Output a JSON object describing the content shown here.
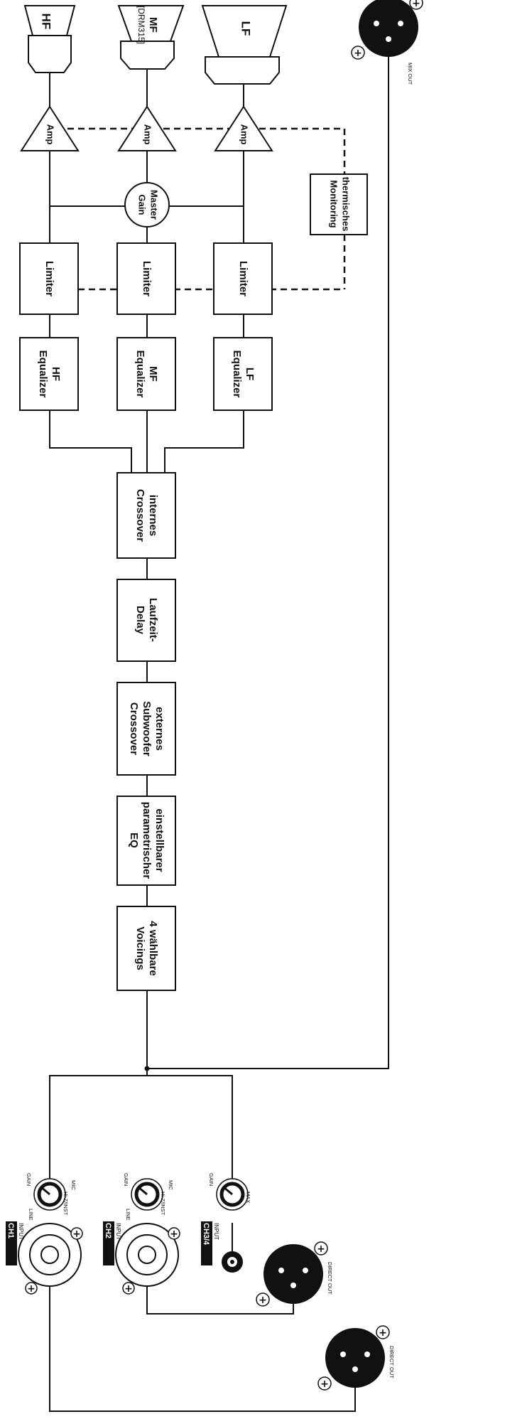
{
  "speakers": {
    "hf": "HF",
    "mf_line1": "MF",
    "mf_line2": "[DRM315]",
    "lf": "LF"
  },
  "amps": {
    "hf": "Amp",
    "mf": "Amp",
    "lf": "Amp"
  },
  "master_gain": {
    "line1": "Master",
    "line2": "Gain"
  },
  "thermal": {
    "line1": "thermisches",
    "line2": "Monitoring"
  },
  "limiters": {
    "hf": "Limiter",
    "mf": "Limiter",
    "lf": "Limiter"
  },
  "equalizers": {
    "hf": {
      "line1": "HF",
      "line2": "Equalizer"
    },
    "mf": {
      "line1": "MF",
      "line2": "Equalizer"
    },
    "lf": {
      "line1": "LF",
      "line2": "Equalizer"
    }
  },
  "crossover": {
    "line1": "internes",
    "line2": "Crossover"
  },
  "delay": {
    "line1": "Laufzeit-",
    "line2": "Delay"
  },
  "sub_crossover": {
    "line1": "externes",
    "line2": "Subwoofer",
    "line3": "Crossover"
  },
  "param_eq": {
    "line1": "einstellbarer",
    "line2": "parametrischer",
    "line3": "EQ"
  },
  "voicings": {
    "line1": "4 wählbare",
    "line2": "Voicings"
  },
  "mix_out": {
    "label": "MIX OUT"
  },
  "channels": {
    "ch1": {
      "name": "CH1",
      "sub": "INPUT"
    },
    "ch2": {
      "name": "CH2",
      "sub": "INPUT"
    },
    "ch34": {
      "name": "CH3/4",
      "sub": "INPUT"
    }
  },
  "knobs": {
    "gain": "GAIN",
    "line": "LINE",
    "mic": "MIC",
    "hi_z": "Hi-Z/INST",
    "max": "MAX"
  },
  "direct_out": {
    "label1": "DIRECT OUT",
    "label2": "DIRECT OUT"
  },
  "plus_sign": "+"
}
